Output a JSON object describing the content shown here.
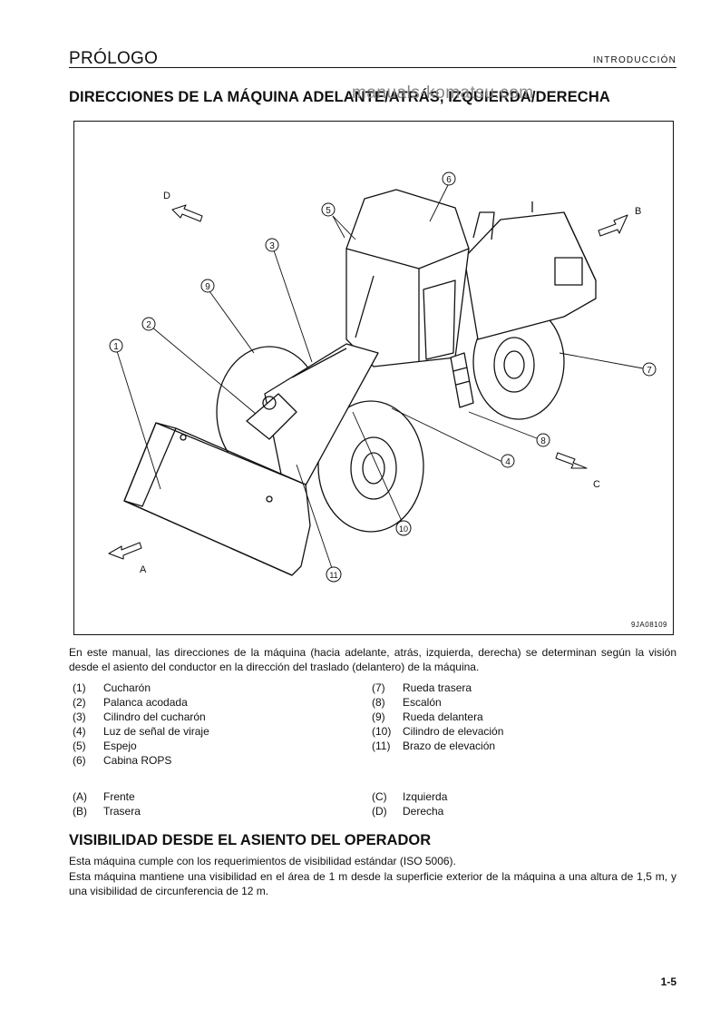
{
  "header": {
    "section_title": "PRÓLOGO",
    "chapter": "INTRODUCCIÓN"
  },
  "watermark": "manuals-komatsu.com",
  "section1": {
    "title": "DIRECCIONES DE LA MÁQUINA ADELANTE/ATRÁS, IZQUIERDA/DERECHA",
    "figure_code": "9JA08109",
    "direction_letters": {
      "a": "A",
      "b": "B",
      "c": "C",
      "d": "D"
    },
    "callouts": [
      "1",
      "2",
      "3",
      "4",
      "5",
      "6",
      "7",
      "8",
      "9",
      "10",
      "11"
    ],
    "intro": "En este manual, las direcciones de la máquina (hacia adelante, atrás, izquierda, derecha) se determinan según la visión desde el asiento del conductor en la dirección del traslado (delantero) de la máquina.",
    "parts_left": [
      {
        "num": "(1)",
        "label": "Cucharón"
      },
      {
        "num": "(2)",
        "label": "Palanca acodada"
      },
      {
        "num": "(3)",
        "label": "Cilindro del cucharón"
      },
      {
        "num": "(4)",
        "label": "Luz de señal de viraje"
      },
      {
        "num": "(5)",
        "label": "Espejo"
      },
      {
        "num": "(6)",
        "label": "Cabina ROPS"
      }
    ],
    "parts_right": [
      {
        "num": "(7)",
        "label": "Rueda trasera"
      },
      {
        "num": "(8)",
        "label": "Escalón"
      },
      {
        "num": "(9)",
        "label": "Rueda delantera"
      },
      {
        "num": "(10)",
        "label": "Cilindro de elevación"
      },
      {
        "num": "(11)",
        "label": "Brazo de elevación"
      }
    ],
    "dirs_left": [
      {
        "num": "(A)",
        "label": "Frente"
      },
      {
        "num": "(B)",
        "label": "Trasera"
      }
    ],
    "dirs_right": [
      {
        "num": "(C)",
        "label": "Izquierda"
      },
      {
        "num": "(D)",
        "label": "Derecha"
      }
    ]
  },
  "section2": {
    "title": "VISIBILIDAD DESDE EL ASIENTO DEL OPERADOR",
    "line1": "Esta máquina cumple con los requerimientos de visibilidad estándar (ISO 5006).",
    "line2": "Esta máquina mantiene una visibilidad en el área de 1 m desde la superficie exterior de la máquina a una altura de 1,5 m, y una visibilidad de circunferencia de 12 m."
  },
  "page_number": "1-5"
}
